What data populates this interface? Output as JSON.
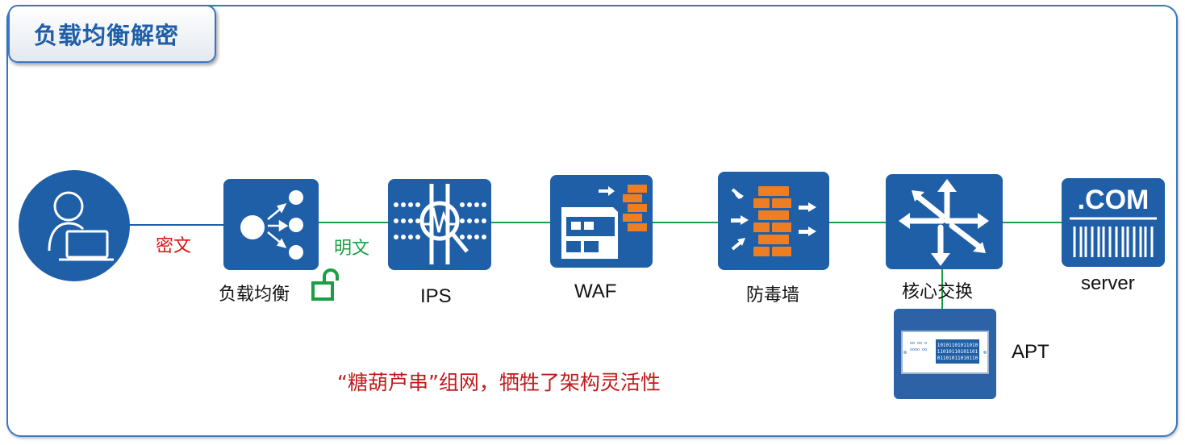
{
  "title": "负载均衡解密",
  "labels": {
    "encrypted": "密文",
    "plaintext": "明文",
    "load_balancer": "负载均衡",
    "ips": "IPS",
    "waf": "WAF",
    "firewall": "防毒墙",
    "core_switch": "核心交换",
    "server": "server",
    "apt": "APT",
    "server_logo": ".COM",
    "apt_panel_text": [
      "10101101011010",
      "11010110101101",
      "01101011010110"
    ],
    "apt_panel_tiny": [
      "oo oo o",
      "oooo oo"
    ]
  },
  "note": "“糖葫芦串”组网，牺牲了架构灵活性",
  "colors": {
    "node_blue": "#1f5fa8",
    "frame_blue": "#3a76c4",
    "title_text": "#1f5fa8",
    "encrypted_line": "#1f5fa8",
    "plaintext_line": "#1aa044",
    "encrypted_text": "#dd1111",
    "plaintext_text": "#1aa044",
    "note_text": "#c01a1a",
    "brick_orange": "#ef7d22"
  },
  "icons": [
    "user-laptop-icon",
    "load-balancer-icon",
    "ips-icon",
    "waf-icon",
    "firewall-icon",
    "core-switch-icon",
    "server-icon",
    "apt-device-icon",
    "unlock-icon"
  ]
}
